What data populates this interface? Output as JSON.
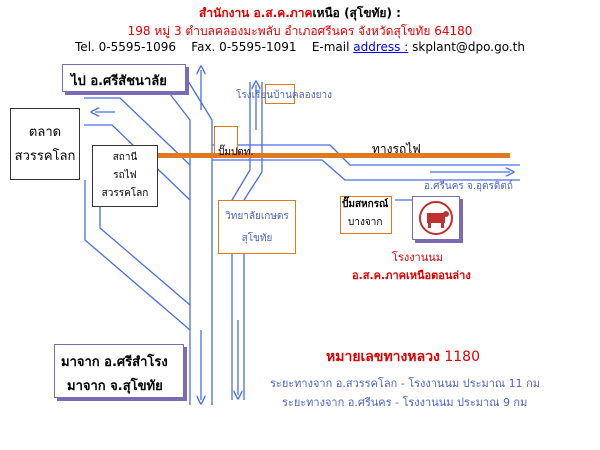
{
  "header": {
    "line1_part1": "สำนักงาน อ.ส.ค.ภาค",
    "line1_part2": "เหนือ (สุโขทัย) :",
    "line2": "198 หมู่ 3 ตำบลคลองมะพลับ อำเภอศรีนคร  จังหวัดสุโขทัย 64180",
    "tel": "Tel. 0-5595-1096",
    "fax": "Fax. 0-5595-1091",
    "email_label": "E-mail",
    "email_link": "address :",
    "email_value": " skplant@dpo.go.th"
  },
  "map": {
    "to_si_satchanalai": "ไป อ.ศรีสัชนาลัย",
    "market_line1": "ตลาด",
    "market_line2": "สวรรคโลก",
    "station_line1": "สถานี",
    "station_line2": "รถไฟ",
    "station_line3": "สวรรคโลก",
    "school": "โรงเรียนบ้านคลองยาง",
    "railway": "ทางรถไฟ",
    "ptt_station": "ปั๊มปตท.",
    "to_si_nakhon": "อ.ศรีนคร จ.อุตรดิตถ์",
    "coop_pump_line1": "ปั๊มสหกรณ์",
    "coop_pump_line2": "บางจาก",
    "agri_college_line1": "วิทยาลัยเกษตร",
    "agri_college_line2": "สุโขทัย",
    "factory_line1": "โรงงานนม",
    "factory_line2": "อ.ส.ค.ภาคเหนือตอนล่าง",
    "from_si_samrong": "มาจาก อ.ศรีสำโรง",
    "from_sukhothai": "มาจาก จ.สุโขทัย",
    "highway": "หมายเลขทางหลวง",
    "highway_no": "1180",
    "distance1": "ระยะทางจาก อ.สวรรคโลก - โรงงานนม ประมาณ 11 กม",
    "distance2": "ระยะทางจาก อ.ศรีนคร  - โรงงานนม ประมาณ 9 กม"
  },
  "colors": {
    "road": "#4a6ee0",
    "railway": "#e07820",
    "accent_red": "#e00000",
    "label_blue": "#4a63c8"
  },
  "icons": {
    "factory_logo": "dairy-cow-logo-icon"
  }
}
